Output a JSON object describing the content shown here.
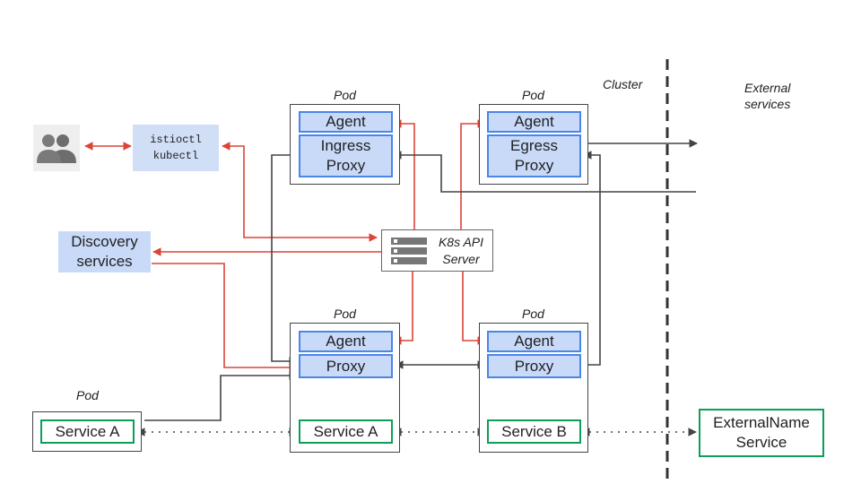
{
  "labels": {
    "cluster": "Cluster",
    "external_services": "External\nservices",
    "pod": "Pod"
  },
  "tools": {
    "text": "istioctl\nkubectl"
  },
  "discovery": {
    "text": "Discovery\nservices"
  },
  "api_server": {
    "text": "K8s API\nServer"
  },
  "ingress_pod": {
    "agent": "Agent",
    "proxy": "Ingress\nProxy"
  },
  "egress_pod": {
    "agent": "Agent",
    "proxy": "Egress\nProxy"
  },
  "service_a_pod": {
    "agent": "Agent",
    "proxy": "Proxy",
    "service": "Service A"
  },
  "service_b_pod": {
    "agent": "Agent",
    "proxy": "Proxy",
    "service": "Service B"
  },
  "plain_pod": {
    "service": "Service A"
  },
  "external_name": {
    "text": "ExternalName\nService"
  },
  "colors": {
    "control": "#db4437",
    "data": "#444444",
    "agent_fill": "#c9daf8",
    "agent_border": "#4a86e8",
    "service_border": "#0f9d58"
  },
  "icons": {
    "users": "users-icon",
    "server": "server-rack-icon"
  }
}
